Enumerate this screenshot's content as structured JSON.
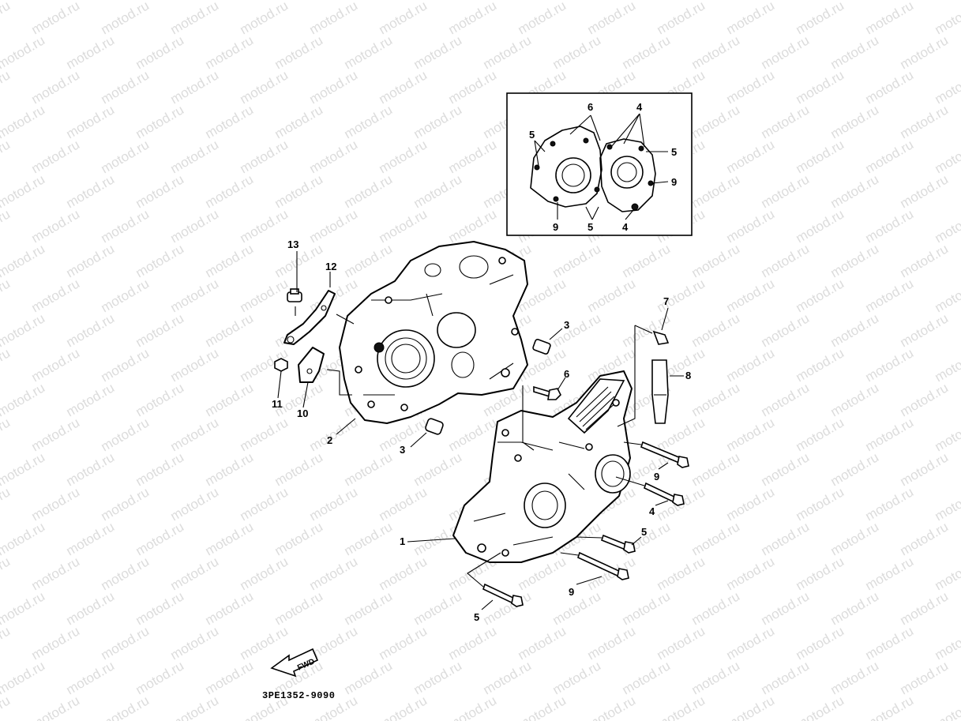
{
  "watermark": {
    "text": "motod.ru"
  },
  "inset": {
    "callouts": [
      "6",
      "4",
      "5",
      "5",
      "9",
      "9",
      "5",
      "4"
    ]
  },
  "callouts": [
    "13",
    "12",
    "11",
    "10",
    "2",
    "3",
    "3",
    "6",
    "7",
    "8",
    "9",
    "4",
    "5",
    "1",
    "9",
    "5"
  ],
  "fwd_arrow": {
    "label": "FWD"
  },
  "diagram_code": "3PE1352-9090"
}
